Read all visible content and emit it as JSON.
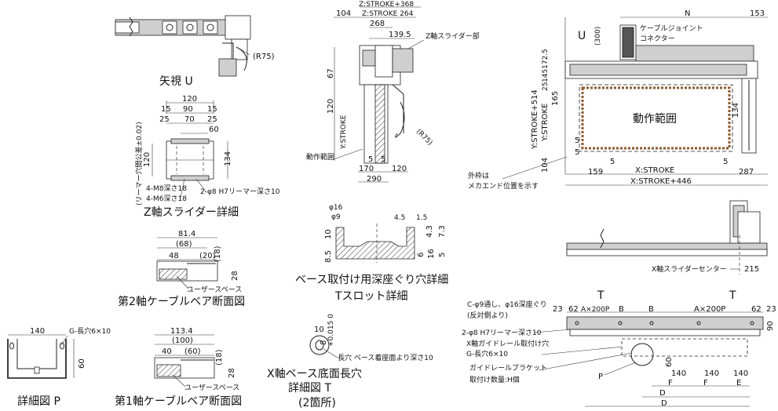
{
  "view_u": {
    "title": "矢視 U",
    "r75": "(R75)"
  },
  "z_slider": {
    "title": "Z軸スライダー詳細",
    "d120": "120",
    "d15": "15",
    "d90": "90",
    "d25": "25",
    "d70": "70",
    "d60": "60",
    "d120v": "120",
    "d134": "134",
    "tol": "(リーマー穴間公差±0.02)",
    "m8": "4-M8深さ18",
    "m6": "4-M6深さ18",
    "ream": "2-φ8 H7リーマー深さ10"
  },
  "cable2": {
    "title": "第2軸ケーブルベア断面図",
    "d814": "81.4",
    "d68": "(68)",
    "d48": "48",
    "d20": "(20)",
    "d18": "(18)",
    "d28": "28",
    "user": "ユーザースペース"
  },
  "cable1": {
    "title": "第1軸ケーブルベア断面図",
    "d1134": "113.4",
    "d100": "(100)",
    "d40": "40",
    "d60": "(60)",
    "d18": "(18)",
    "d28": "28",
    "user": "ユーザースペース"
  },
  "detail_p": {
    "title": "詳細図 P",
    "d140": "140",
    "d60": "60",
    "slot": "G-長穴6×10"
  },
  "side": {
    "zs368": "Z:STROKE+368",
    "d104": "104",
    "zs264": "Z:STROKE 264",
    "d268": "268",
    "d1395": "139.5",
    "zslider": "Z軸スライダー部",
    "d67": "67",
    "d120": "120",
    "ystroke": "Y:STROKE",
    "r75": "(R75)",
    "range": "動作範囲",
    "d5a": "5",
    "d5b": "5",
    "d170": "170",
    "d120b": "120",
    "d290": "290"
  },
  "base_hole": {
    "title": "ベース取付け用深座ぐり穴詳細",
    "title2": "Tスロット詳細",
    "phi16": "φ16",
    "phi9": "φ9",
    "d10": "10",
    "d85": "8.5",
    "d45": "4.5",
    "d15": "1.5",
    "d43": "4.3",
    "d73": "7.3",
    "d6": "6",
    "d16": "16",
    "d5": "5"
  },
  "x_base": {
    "title": "X軸ベース底面長穴",
    "title2": "詳細図 T",
    "title3": "(2箇所)",
    "d10": "10",
    "d8": "8",
    "tol": "+0.015 0",
    "note": "長穴 ベース着座面より深さ10"
  },
  "top": {
    "n": "N",
    "d153": "153",
    "arrow_u": "U",
    "d300": "(300)",
    "cable_joint": "ケーブルジョイント",
    "connector": "コネクター",
    "ys514": "Y:STROKE+514",
    "ys": "Y:STROKE",
    "d1725": "172.5",
    "d145": "145",
    "d25": "25",
    "d165": "165",
    "range": "動作範囲",
    "d134": "134",
    "d5a": "5",
    "d5b": "5",
    "d104": "104",
    "d159": "159",
    "d5c": "5",
    "d5d": "5",
    "xstroke": "X:STROKE",
    "d287": "287",
    "xs446": "X:STROKE+446",
    "frame1": "外枠は",
    "frame2": "メカエンド位置を示す"
  },
  "front": {
    "center": "X軸スライダーセンター",
    "d215": "215"
  },
  "bottom": {
    "t1": "T",
    "t2": "T",
    "cthru": "C-φ9通し、φ16深座ぐり",
    "rev": "(反対側より)",
    "d23a": "23",
    "d62a": "62",
    "a200a": "A×200P",
    "b1": "B",
    "b2": "B",
    "a200b": "A×200P",
    "d62b": "62",
    "d23b": "23",
    "ream": "2-φ8 H7リーマー深さ10",
    "d90": "90",
    "rail": "X軸ガイドレール取付け穴",
    "gslot": "G-長穴6×10",
    "bracket": "ガイドレールブラケット",
    "qty": "取付け数量:H個",
    "p": "P",
    "d60": "60",
    "d140a": "140",
    "d140b": "140",
    "d140c": "140",
    "f1": "F",
    "f2": "F",
    "e": "E",
    "d1": "D",
    "d2": "D"
  }
}
